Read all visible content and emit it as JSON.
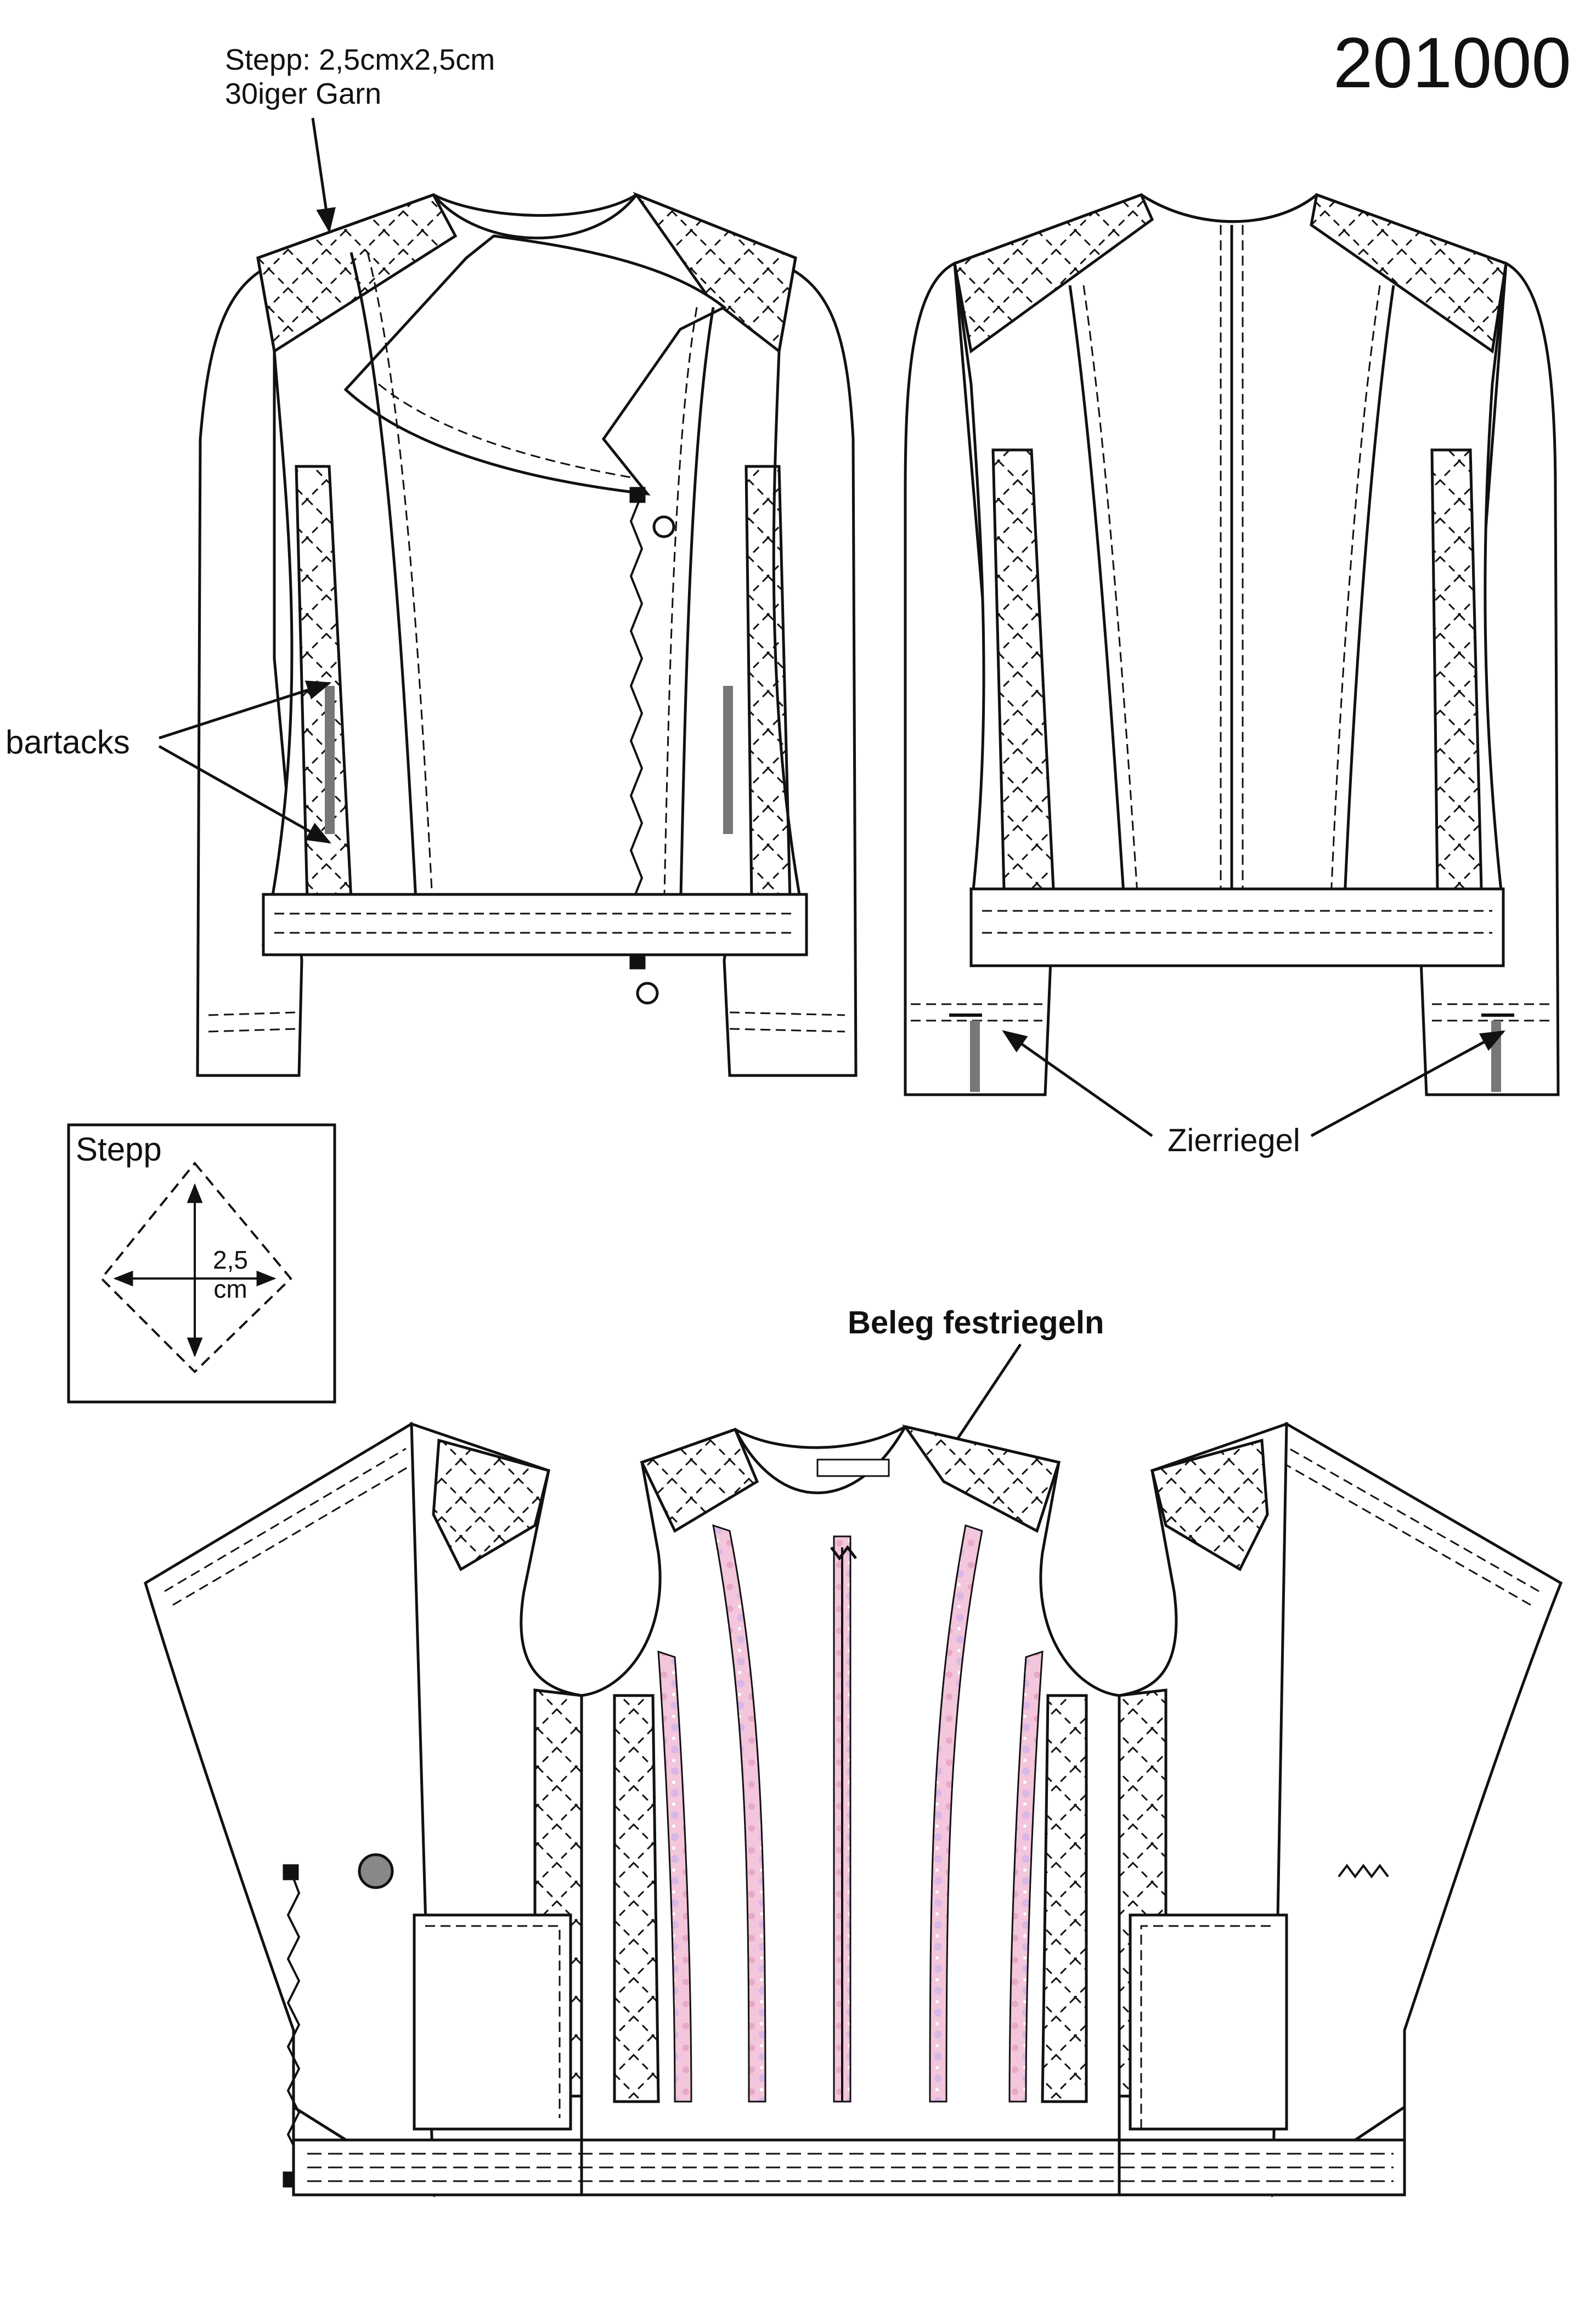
{
  "header": {
    "style_number": "201000"
  },
  "annotations": {
    "stitch_note": "Stepp: 2,5cmx2,5cm\n30iger Garn",
    "bartacks": "bartacks",
    "zierriegel": "Zierriegel",
    "beleg": "Beleg festriegeln"
  },
  "inset": {
    "title": "Stepp",
    "dimension": "2,5\ncm"
  },
  "views": {
    "front": "front-view",
    "back": "back-view",
    "inside": "inside-view"
  },
  "colors": {
    "line": "#111111",
    "bartack": "#777777",
    "lining_print": "#f3c6dc"
  }
}
